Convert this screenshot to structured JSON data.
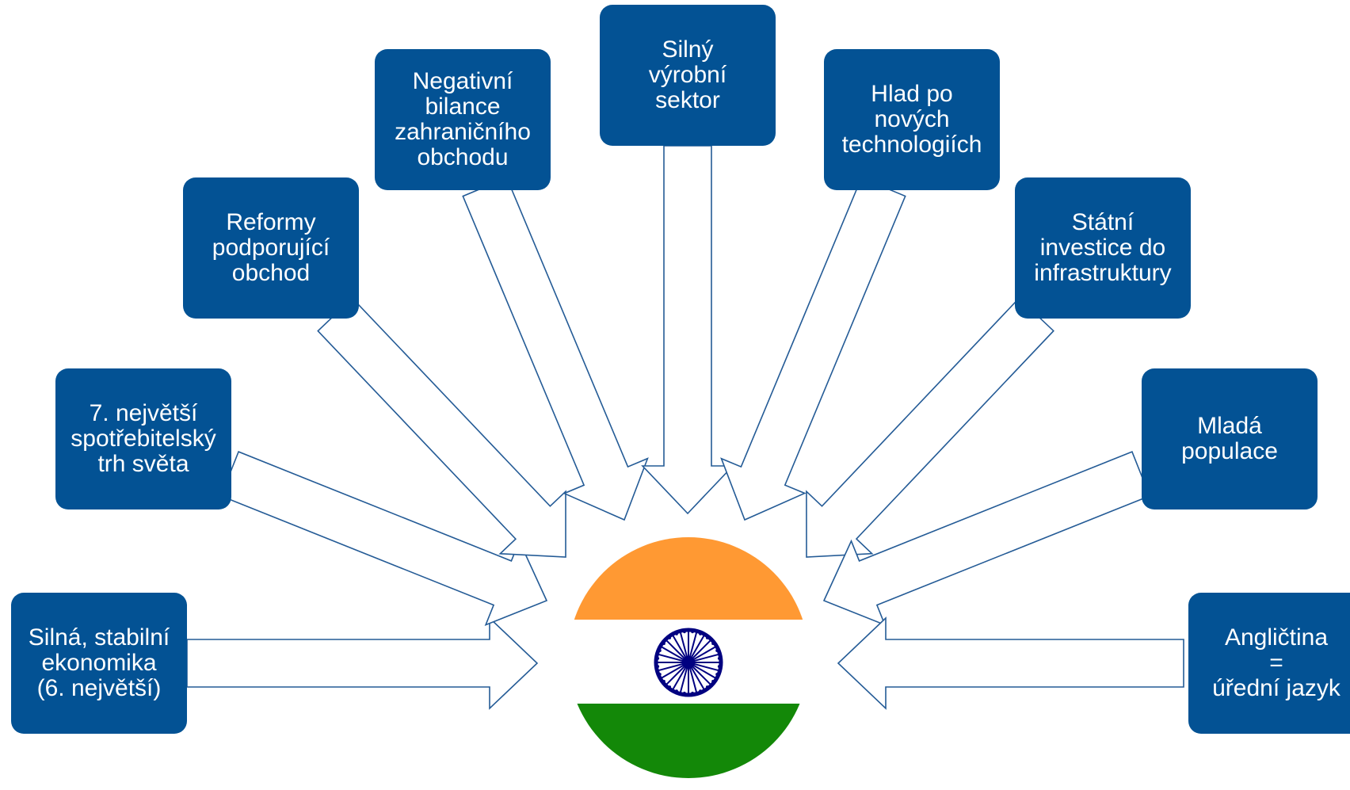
{
  "colors": {
    "box_fill": "#035294",
    "arrow_stroke": "#245b96",
    "arrow_fill": "#ffffff",
    "flag_saffron": "#FF9933",
    "flag_white": "#FFFFFF",
    "flag_green": "#138808",
    "chakra_navy": "#000080"
  },
  "boxes": [
    {
      "id": "silna-stabilni-ekonomika",
      "label": "Silná, stabilní\nekonomika\n(6. největší)"
    },
    {
      "id": "nejvetsi-spotrebitelsky-trh",
      "label": "7. největší\nspotřebitelský\ntrh světa"
    },
    {
      "id": "reformy-podporujici-obchod",
      "label": "Reformy\npodporující\nobchod"
    },
    {
      "id": "negativni-bilance",
      "label": "Negativní\nbilance\nzahraničního\nobchodu"
    },
    {
      "id": "silny-vyrobni-sektor",
      "label": "Silný\nvýrobní\nsektor"
    },
    {
      "id": "hlad-po-technologiich",
      "label": "Hlad po\nnových\ntechnologiích"
    },
    {
      "id": "statni-investice",
      "label": "Státní\ninvestice do\ninfrastruktury"
    },
    {
      "id": "mlada-populace",
      "label": "Mladá\npopulace"
    },
    {
      "id": "anglictina-uredni-jazyk",
      "label": "Angličtina\n=\núřední jazyk"
    }
  ],
  "center": {
    "icon": "india-flag-icon"
  }
}
